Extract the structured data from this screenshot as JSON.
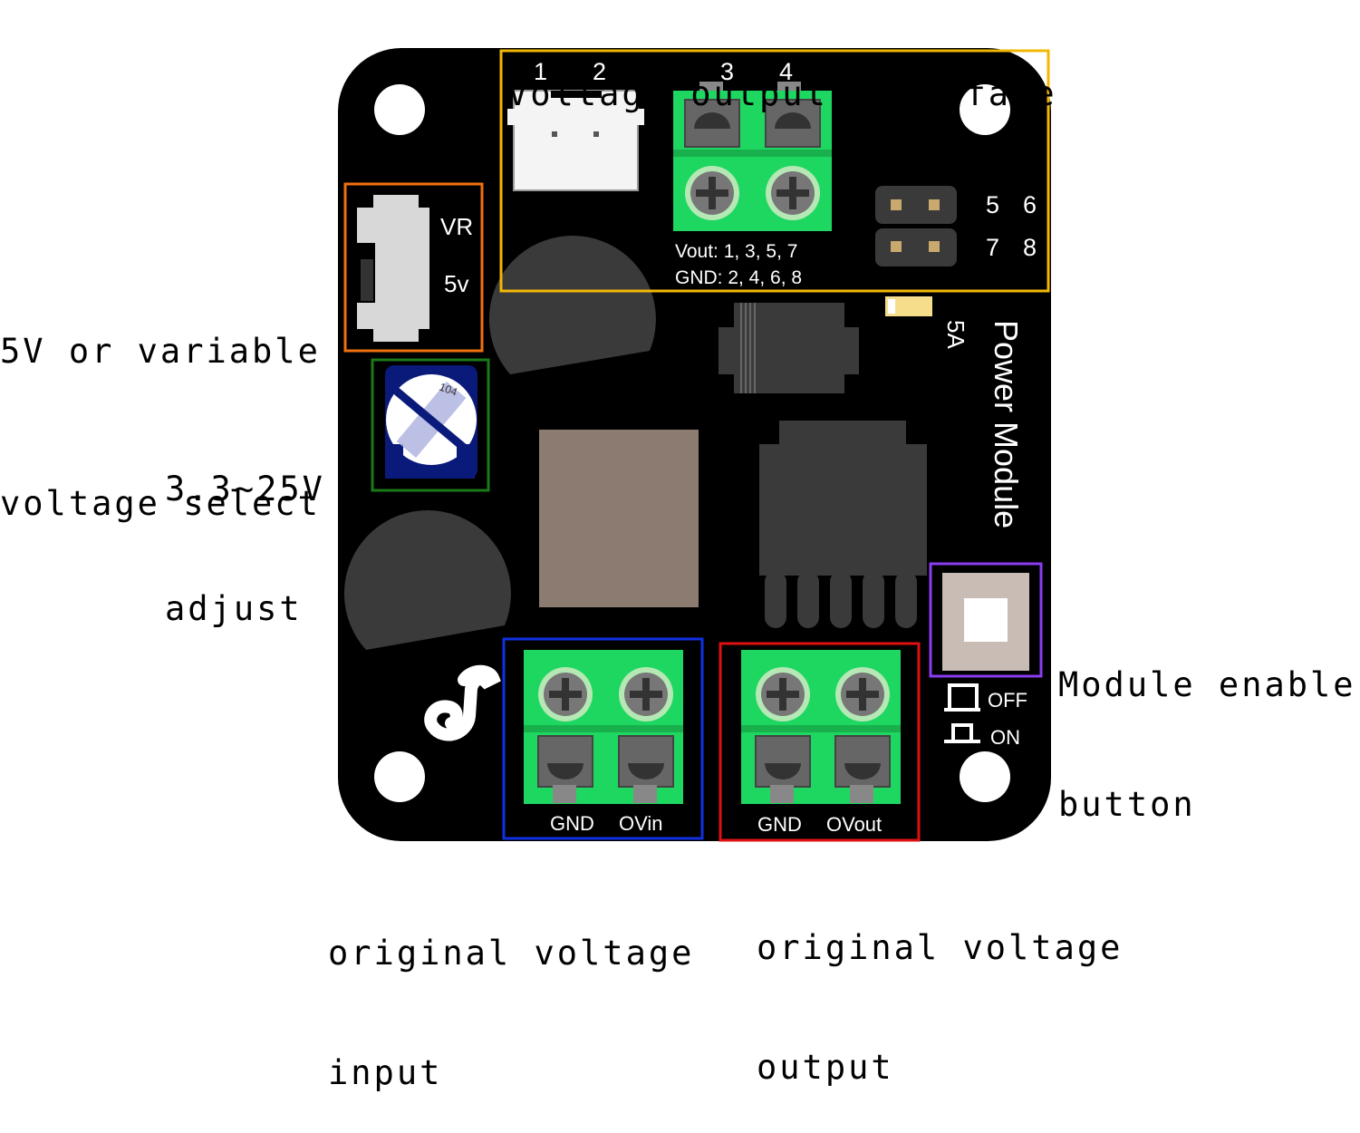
{
  "callouts": {
    "voltage_output_interface": "Voltage output interface",
    "select_line1": "5V or variable",
    "select_line2": "voltage select",
    "adjust_line1": "3.3~25V",
    "adjust_line2": "adjust",
    "enable_line1": "Module enable",
    "enable_line2": "button",
    "input_line1": "original voltage",
    "input_line2": "input",
    "output_line1": "original voltage",
    "output_line2": "output"
  },
  "board": {
    "title": "Power Module",
    "current_rating": "5A",
    "switch_vr": "VR",
    "switch_5v": "5v",
    "pot_code": "104",
    "pin_1": "1",
    "pin_2": "2",
    "pin_3": "3",
    "pin_4": "4",
    "pin_5": "5",
    "pin_6": "6",
    "pin_7": "7",
    "pin_8": "8",
    "vout_pins": "Vout: 1, 3, 5, 7",
    "gnd_pins": "GND: 2, 4, 6, 8",
    "input_gnd": "GND",
    "input_ovin": "OVin",
    "output_gnd": "GND",
    "output_ovout": "OVout",
    "btn_off": "OFF",
    "btn_on": "ON"
  },
  "colors": {
    "board": "#000000",
    "terminal_green": "#1ed760",
    "output_interface_box": "#f2b705",
    "select_box": "#f07010",
    "adjust_box": "#1a7a1a",
    "enable_box": "#8a3cf0",
    "input_box": "#1030e0",
    "output_box": "#e01010"
  }
}
